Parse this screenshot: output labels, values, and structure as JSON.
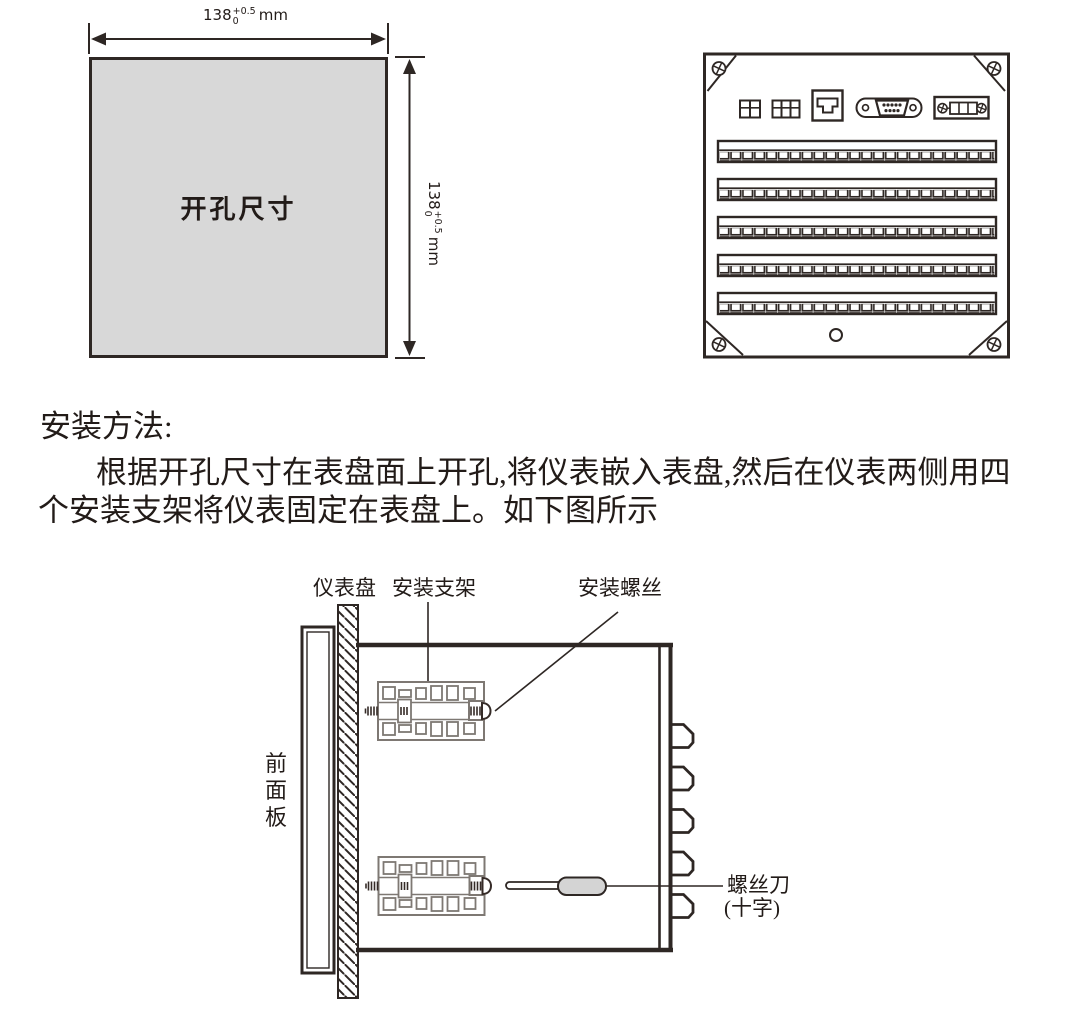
{
  "colors": {
    "line": "#2e2724",
    "cutout_fill": "#d8d8d8",
    "bracket_line": "#7e7873",
    "handle_fill": "#d4d4d4"
  },
  "cutout_figure": {
    "label": "开孔尺寸",
    "width_dim": {
      "value": "138",
      "tol_plus": "+0.5",
      "tol_minus": "0",
      "unit": "mm"
    },
    "height_dim": {
      "value": "138",
      "tol_plus": "+0.5",
      "tol_minus": "0",
      "unit": "mm"
    }
  },
  "instructions": {
    "heading": "安装方法:",
    "line1": "根据开孔尺寸在表盘面上开孔,将仪表嵌入表盘,然后在仪表两侧用四",
    "line2": "个安装支架将仪表固定在表盘上。如下图所示"
  },
  "install_figure": {
    "label_instrument_panel": "仪表盘",
    "label_mounting_bracket": "安装支架",
    "label_mounting_screw": "安装螺丝",
    "label_front_panel": "前面板",
    "label_screwdriver": "螺丝刀",
    "label_screwdriver_type": "(十字)"
  }
}
